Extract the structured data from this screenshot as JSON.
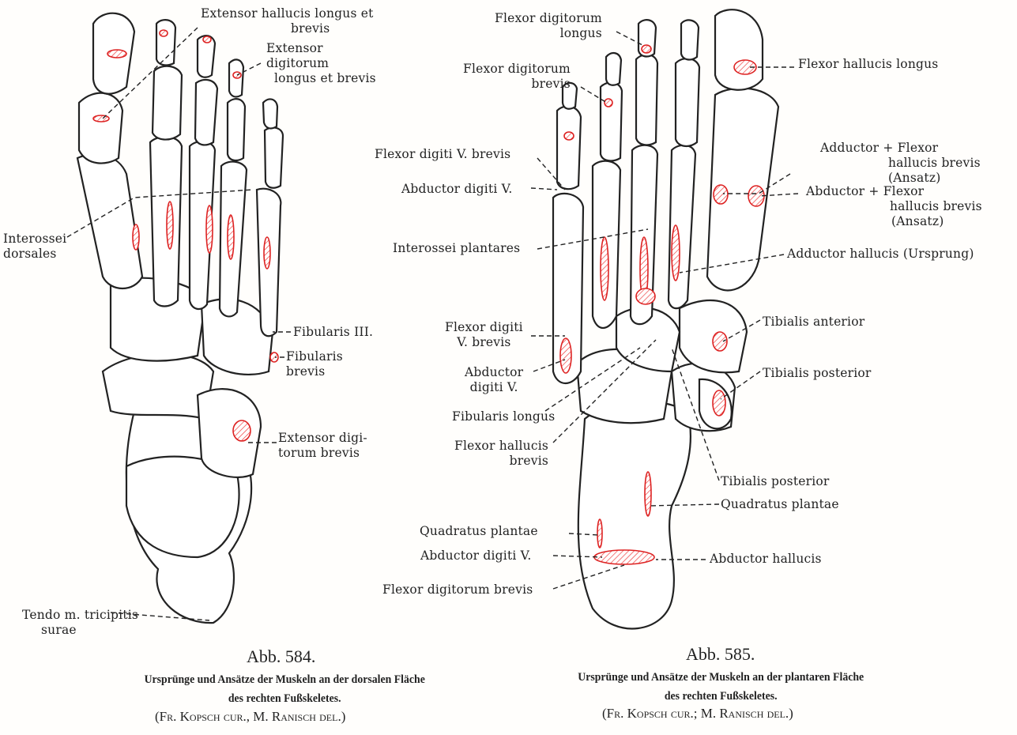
{
  "figure_left": {
    "number": "Abb. 584.",
    "caption_line1": "Ursprünge und Ansätze der Muskeln an der dorsalen Fläche",
    "caption_line2": "des rechten Fußskeletes.",
    "credits": "(Fr. Kopsch cur., M. Ranisch del.)",
    "labels": {
      "ext_hall": [
        "Extensor hallucis longus et",
        "brevis"
      ],
      "ext_dig": [
        "Extensor",
        "digitorum",
        "longus et brevis"
      ],
      "interossei": [
        "Interossei",
        "dorsales"
      ],
      "fib3": [
        "Fibularis III."
      ],
      "fibbrev": [
        "Fibularis",
        "brevis"
      ],
      "extdigbrev": [
        "Extensor digi-",
        "torum brevis"
      ],
      "tendo": [
        "Tendo m. tricipitis",
        "surae"
      ]
    }
  },
  "figure_right": {
    "number": "Abb. 585.",
    "caption_line1": "Ursprünge und Ansätze der Muskeln an der plantaren Fläche",
    "caption_line2": "des rechten Fußskeletes.",
    "credits": "(Fr. Kopsch cur.; M. Ranisch del.)",
    "labels": {
      "fdl": [
        "Flexor digitorum",
        "longus"
      ],
      "fdb_top": [
        "Flexor digitorum",
        "brevis"
      ],
      "fhl": [
        "Flexor hallucis longus"
      ],
      "fdv_top": [
        "Flexor digiti V. brevis"
      ],
      "adv_top": [
        "Abductor digiti V."
      ],
      "add_fhb": [
        "Adductor + Flexor",
        "hallucis brevis",
        "(Ansatz)"
      ],
      "abd_fhb": [
        "Abductor + Flexor",
        "hallucis brevis",
        "(Ansatz)"
      ],
      "interossei": [
        "Interossei plantares"
      ],
      "add_hall": [
        "Adductor hallucis (Ursprung)"
      ],
      "fdv_mid": [
        "Flexor digiti",
        "V. brevis"
      ],
      "tib_ant": [
        "Tibialis anterior"
      ],
      "adv_mid": [
        "Abductor",
        "digiti V."
      ],
      "tib_post1": [
        "Tibialis posterior"
      ],
      "fib_long": [
        "Fibularis longus"
      ],
      "fhb": [
        "Flexor hallucis",
        "brevis"
      ],
      "tib_post2": [
        "Tibialis posterior"
      ],
      "quad_r": [
        "Quadratus plantae"
      ],
      "quad_l": [
        "Quadratus plantae"
      ],
      "adv_low": [
        "Abductor digiti V."
      ],
      "abd_hall": [
        "Abductor hallucis"
      ],
      "fdb_low": [
        "Flexor digitorum brevis"
      ]
    }
  },
  "colors": {
    "insertion": "#dd2222",
    "ink": "#222222"
  }
}
